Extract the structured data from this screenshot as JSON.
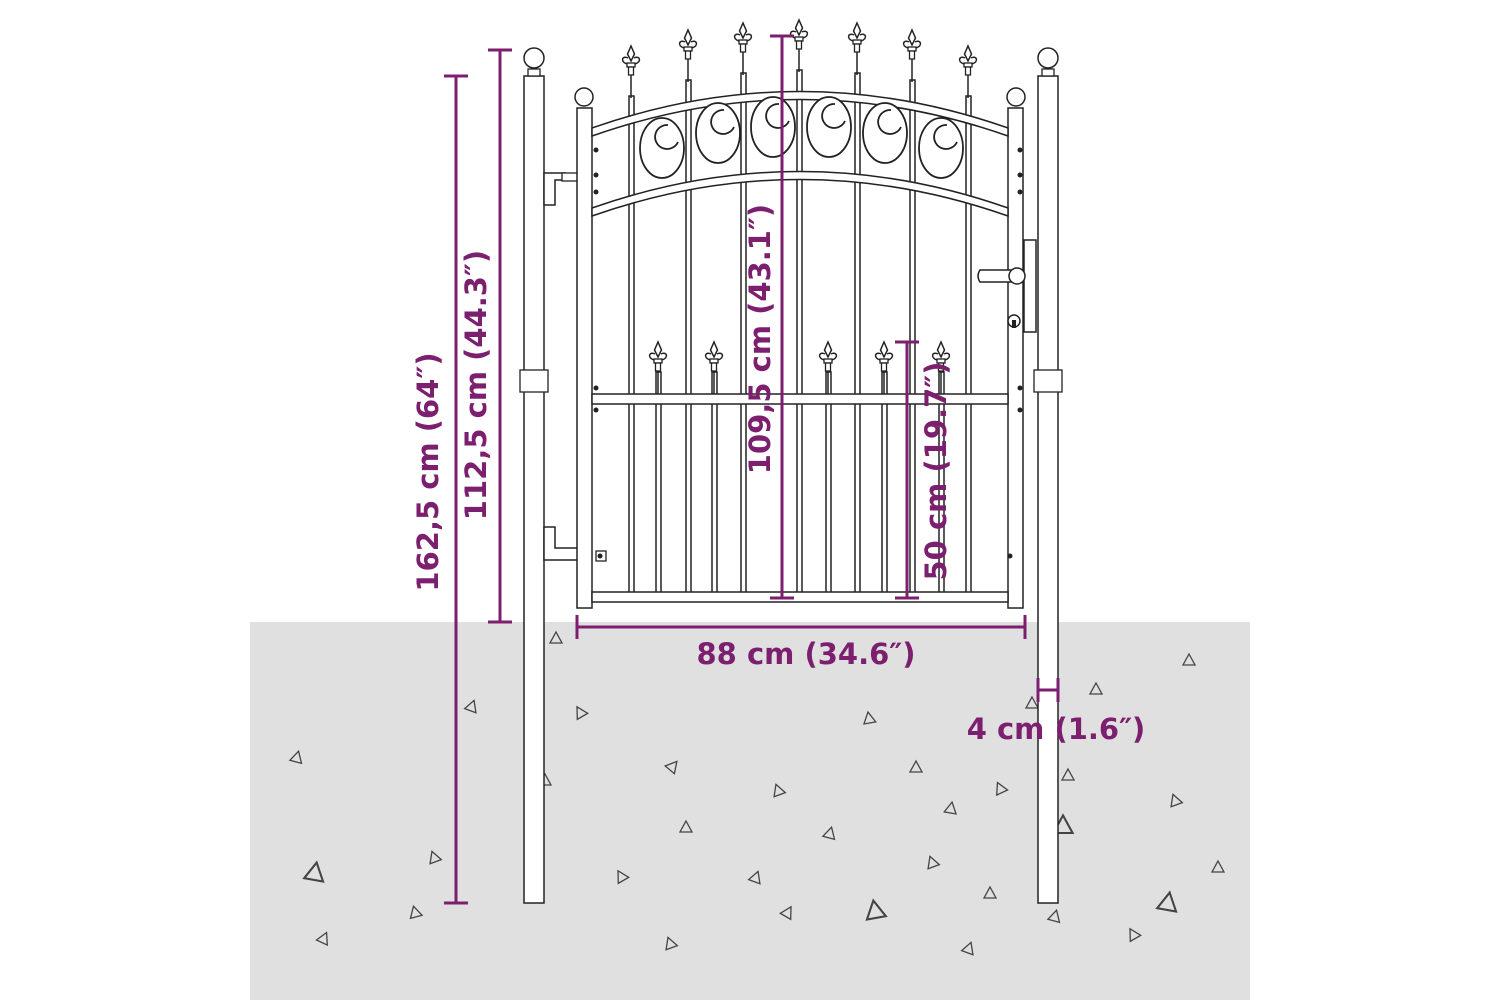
{
  "dimensions": {
    "total_height": "162,5 cm (64″)",
    "post_above_ground": "112,5 cm (44.3″)",
    "gate_height": "109,5 cm (43.1″)",
    "lower_section_height": "50 cm (19.7″)",
    "gate_width": "88 cm (34.6″)",
    "post_width": "4 cm (1.6″)"
  },
  "colors": {
    "dimension": "#7b1f6e",
    "ground": "#e0e0e0",
    "outline": "#222222"
  },
  "icons": {
    "finial": "ball-finial-icon",
    "spear": "fleur-de-lis-spear-icon",
    "lock": "door-lock-icon",
    "handle": "lever-handle-icon",
    "gravel": "gravel-stone-icon"
  }
}
